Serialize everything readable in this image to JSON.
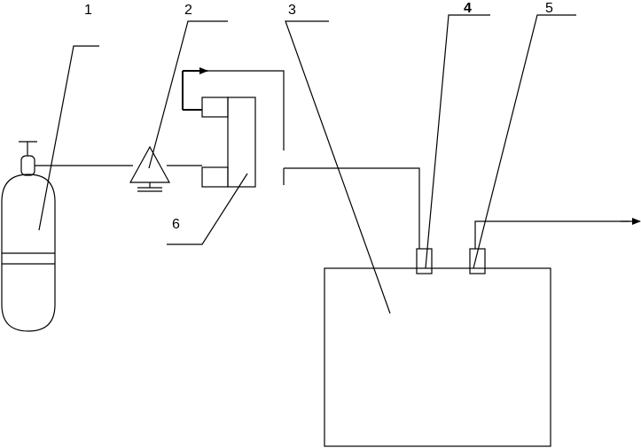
{
  "diagram": {
    "labels": {
      "cylinder": "1",
      "regulator": "2",
      "pipe": "3",
      "inlet_port": "4",
      "outlet_port": "5",
      "flowmeter": "6"
    }
  }
}
